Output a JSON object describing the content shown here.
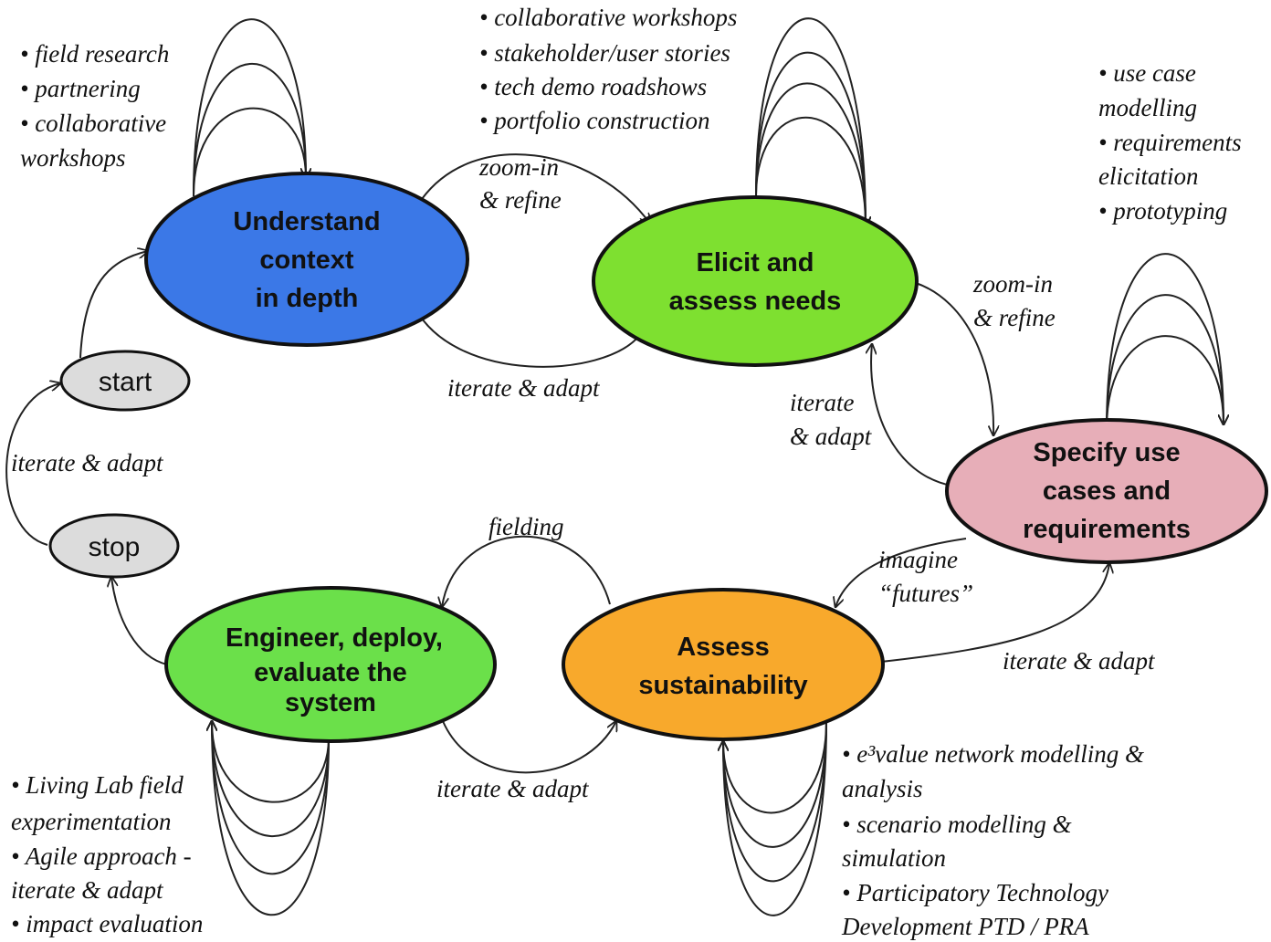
{
  "nodes": {
    "understand": {
      "lines": [
        "Understand",
        "context",
        "in depth"
      ],
      "color": "#3b78e7"
    },
    "elicit": {
      "lines": [
        "Elicit and",
        "assess needs"
      ],
      "color": "#7ee030"
    },
    "specify": {
      "lines": [
        "Specify use",
        "cases and",
        "requirements"
      ],
      "color": "#e7aeb8"
    },
    "assess": {
      "lines": [
        "Assess",
        "sustainability"
      ],
      "color": "#f8a92c"
    },
    "engineer": {
      "lines": [
        "Engineer, deploy,",
        "evaluate the",
        "system"
      ],
      "color": "#6be04a"
    },
    "start": {
      "label": "start",
      "color": "#dcdcdc"
    },
    "stop": {
      "label": "stop",
      "color": "#dcdcdc"
    }
  },
  "edge_labels": {
    "zoom_refine_1": [
      "zoom-in",
      "& refine"
    ],
    "iterate_adapt_1": [
      "iterate & adapt"
    ],
    "zoom_refine_2": [
      "zoom-in",
      "& refine"
    ],
    "iterate_adapt_2": [
      "iterate",
      "& adapt"
    ],
    "imagine_futures": [
      "imagine",
      "“futures”"
    ],
    "iterate_adapt_3": [
      "iterate & adapt"
    ],
    "fielding": [
      "fielding"
    ],
    "iterate_adapt_4": [
      "iterate & adapt"
    ],
    "iterate_adapt_5": [
      "iterate & adapt"
    ]
  },
  "activity_lists": {
    "understand": [
      "• field research",
      "• partnering",
      "• collaborative",
      "workshops"
    ],
    "elicit": [
      "• collaborative workshops",
      "• stakeholder/user stories",
      "• tech demo roadshows",
      "• portfolio construction"
    ],
    "specify": [
      "• use case",
      "modelling",
      "• requirements",
      "elicitation",
      "• prototyping"
    ],
    "assess": [
      "• e³value network modelling &",
      "analysis",
      "• scenario modelling &",
      "simulation",
      "• Participatory Technology",
      "Development  PTD / PRA"
    ],
    "engineer": [
      "• Living Lab field",
      "experimentation",
      "• Agile approach -",
      "iterate & adapt",
      "• impact evaluation"
    ]
  }
}
